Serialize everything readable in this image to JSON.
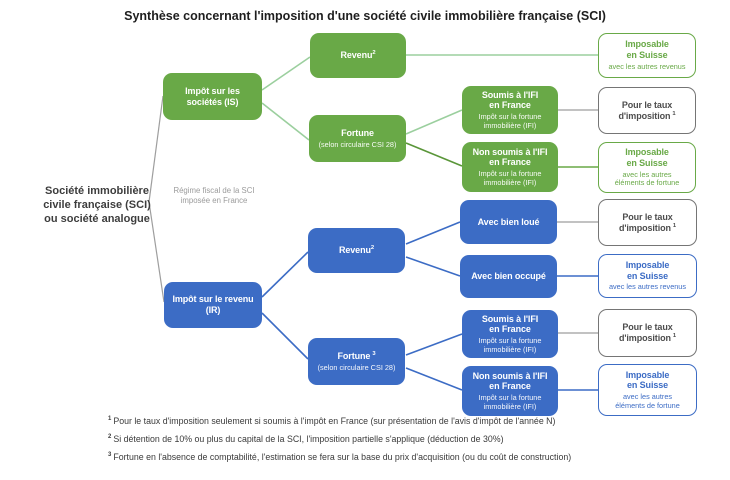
{
  "title": "Synthèse concernant l'imposition d'une société civile immobilière française (SCI)",
  "root_label": {
    "line1": "Société immobilière",
    "line2": "civile française (SCI)",
    "line3": "ou société analogue"
  },
  "center_note": {
    "line1": "Régime fiscal de la SCI",
    "line2": "imposée en France"
  },
  "is": {
    "node": {
      "line1": "Impôt sur les",
      "line2": "sociétés (IS)"
    },
    "revenu": {
      "label": "Revenu",
      "sup": "2"
    },
    "fortune": {
      "label": "Fortune",
      "sup": "",
      "subtitle": "(selon circulaire CSI 28)"
    },
    "soumis": {
      "line1": "Soumis à l'IFI",
      "line2": "en France",
      "sub1": "Impôt sur la fortune",
      "sub2": "immobilière (IFI)"
    },
    "non_soumis": {
      "line1": "Non soumis à l'IFI",
      "line2": "en France",
      "sub1": "Impôt sur la fortune",
      "sub2": "immobilière (IFI)"
    },
    "outcome_revenu": {
      "line1": "Imposable",
      "line2": "en Suisse",
      "sub1": "avec les autres revenus"
    },
    "outcome_soumis": {
      "line1": "Pour le taux",
      "line2": "d'imposition",
      "sup": "1"
    },
    "outcome_non_soumis": {
      "line1": "Imposable",
      "line2": "en Suisse",
      "sub1": "avec les autres",
      "sub2": "éléments de fortune"
    }
  },
  "ir": {
    "node": {
      "line1": "Impôt sur le revenu",
      "line2": "(IR)"
    },
    "revenu": {
      "label": "Revenu",
      "sup": "2"
    },
    "fortune": {
      "label": "Fortune",
      "sup": "3",
      "subtitle": "(selon circulaire CSI 28)"
    },
    "avec_bien_loue": {
      "label": "Avec bien loué"
    },
    "avec_bien_occupe": {
      "label": "Avec bien occupé"
    },
    "soumis": {
      "line1": "Soumis à l'IFI",
      "line2": "en France",
      "sub1": "Impôt sur la fortune",
      "sub2": "immobilière (IFI)"
    },
    "non_soumis": {
      "line1": "Non soumis à l'IFI",
      "line2": "en France",
      "sub1": "Impôt sur la fortune",
      "sub2": "immobilière (IFI)"
    },
    "outcome_loue": {
      "line1": "Pour le taux",
      "line2": "d'imposition",
      "sup": "1"
    },
    "outcome_occupe": {
      "line1": "Imposable",
      "line2": "en Suisse",
      "sub1": "avec les autres revenus"
    },
    "outcome_soumis": {
      "line1": "Pour le taux",
      "line2": "d'imposition",
      "sup": "1"
    },
    "outcome_non_soumis": {
      "line1": "Imposable",
      "line2": "en Suisse",
      "sub1": "avec les autres",
      "sub2": "éléments de fortune"
    }
  },
  "footnotes": [
    {
      "sup": "1",
      "text": "Pour le taux d'imposition seulement si soumis à l'impôt en France (sur présentation de l'avis d'impôt de l'année N)"
    },
    {
      "sup": "2",
      "text": "Si détention de 10% ou plus du capital de la SCI, l'imposition partielle s'applique (déduction de 30%)"
    },
    {
      "sup": "3",
      "text": "Fortune en l'absence de comptabilité, l'estimation se fera sur la base du prix d'acquisition (ou du coût de construction)"
    }
  ],
  "colors": {
    "green": "#69a947",
    "blue": "#3c6cc5",
    "light_green_line": "#9bcf9e",
    "dark_green_line": "#5a9639",
    "gray_line": "#9e9e9e",
    "gray_border": "#757575",
    "gray_text": "#4d4d4d",
    "note_gray": "#9b9b9b",
    "title_color": "#1e1e1e",
    "footnote_color": "#3a3a3a"
  }
}
